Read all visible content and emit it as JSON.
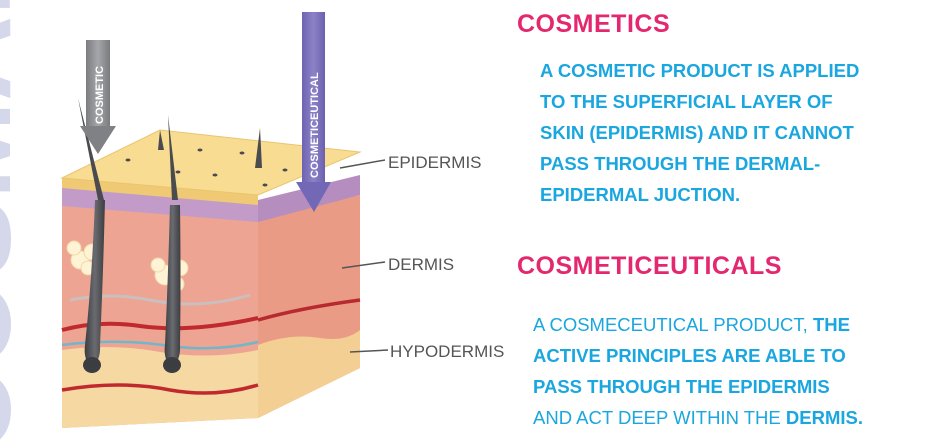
{
  "diagram": {
    "watermark": "COSMAFECEU",
    "arrows": {
      "cosmetic": "COSMETIC",
      "cosmeceutical": "COSMETICEUTICAL"
    },
    "layers": {
      "epidermis": "EPIDERMIS",
      "dermis": "DERMIS",
      "hypodermis": "HYPODERMIS"
    }
  },
  "cosmetics": {
    "heading": "COSMETICS",
    "lines": [
      "A COSMETIC PRODUCT IS APPLIED",
      "TO THE SUPERFICIAL LAYER OF",
      "SKIN (EPIDERMIS) AND IT CANNOT",
      "PASS THROUGH THE DERMAL-",
      "EPIDERMAL JUCTION."
    ]
  },
  "cosmeceuticals": {
    "heading": "COSMETICEUTICALS",
    "line1_regular": "A COSMECEUTICAL PRODUCT, ",
    "line1_bold": "THE",
    "line2": "ACTIVE PRINCIPLES ARE ABLE TO",
    "line3": "PASS THROUGH THE EPIDERMIS",
    "line4_regular": "AND ACT DEEP WITHIN THE ",
    "line4_bold": "DERMIS."
  },
  "colors": {
    "heading": "#e4286f",
    "body_text": "#1aa6de",
    "watermark": "#c8cbe3",
    "epidermis_top": "#f7dc92",
    "epidermis_band": "#bd92c6",
    "dermis": "#eea493",
    "hypodermis": "#f6d8a3",
    "hair": "#55565b"
  }
}
